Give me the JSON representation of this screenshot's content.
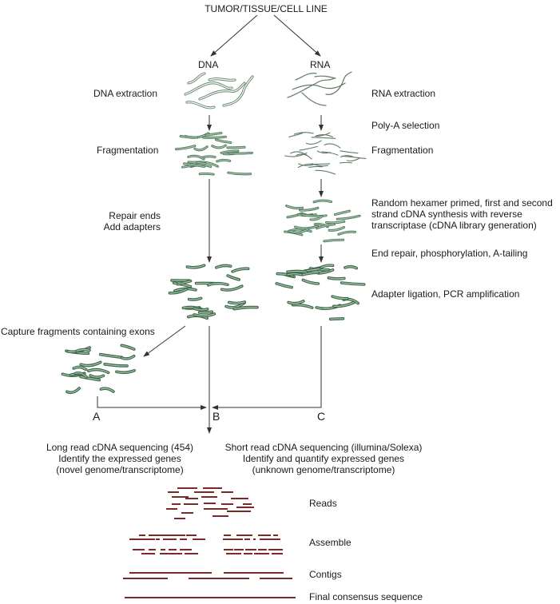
{
  "title": "TUMOR/TISSUE/CELL LINE",
  "branches": {
    "dna": "DNA",
    "rna": "RNA"
  },
  "dna_steps": {
    "extraction": "DNA extraction",
    "fragmentation": "Fragmentation",
    "repair_line1": "Repair ends",
    "repair_line2": "Add adapters",
    "capture": "Capture fragments containing exons"
  },
  "rna_steps": {
    "extraction": "RNA extraction",
    "polya": "Poly-A selection",
    "fragmentation": "Fragmentation",
    "cdna_line1": "Random hexamer primed, first and second",
    "cdna_line2": "strand cDNA synthesis with reverse",
    "cdna_line3": "transcriptase (cDNA library generation)",
    "end_repair": "End repair, phosphorylation, A-tailing",
    "ligation": "Adapter ligation, PCR amplification"
  },
  "paths": {
    "a": "A",
    "b": "B",
    "c": "C"
  },
  "sequencing": {
    "long_read": {
      "line1": "Long read cDNA sequencing (454)",
      "line2": "Identify the expressed genes",
      "line3": "(novel genome/transcriptome)"
    },
    "short_read": {
      "line1": "Short read cDNA sequencing (illumina/Solexa)",
      "line2": "Identify and quantify expressed genes",
      "line3": "(unknown genome/transcriptome)"
    }
  },
  "assembly_stages": {
    "reads": "Reads",
    "assemble": "Assemble",
    "contigs": "Contigs",
    "final": "Final consensus sequence"
  },
  "colors": {
    "text": "#1a1a1a",
    "arrow": "#333333",
    "dna_strand": "#4f7a5c",
    "dna_strand_light": "#a9c4ad",
    "rna_strand": "#5f7a66",
    "read_line": "#7b2a26"
  }
}
